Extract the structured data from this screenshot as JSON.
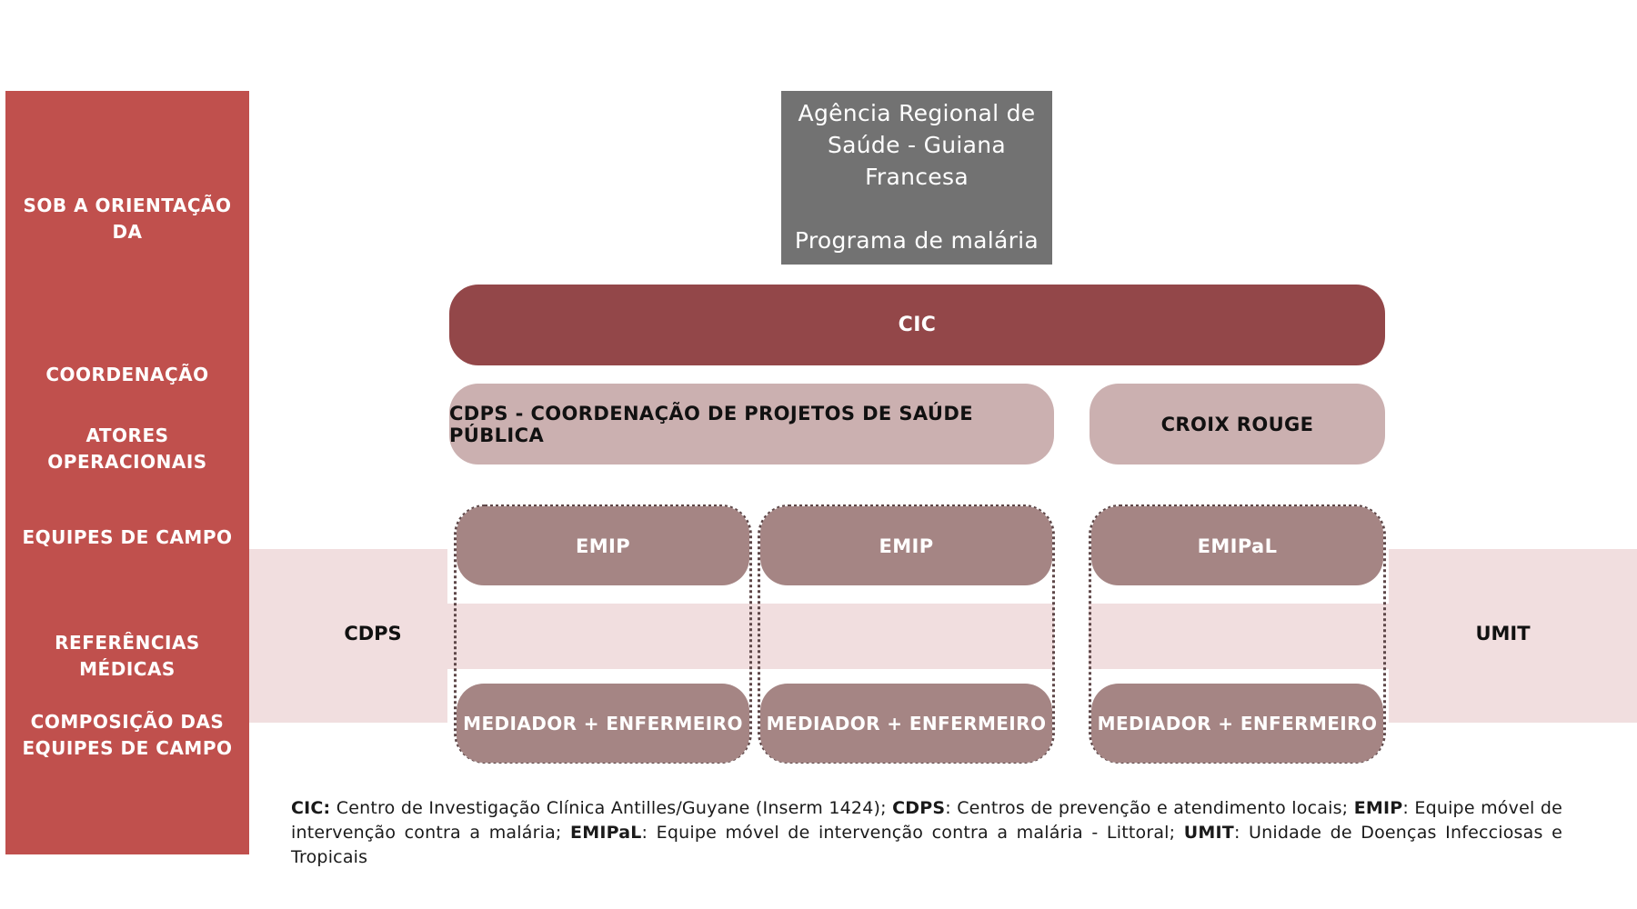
{
  "rows": {
    "orientation": "SOB A ORIENTAÇÃO\nDA",
    "coordination": "COORDENAÇÃO",
    "operational": "ATORES\nOPERACIONAIS",
    "field_teams": "EQUIPES DE CAMPO",
    "medical_refs": "REFERÊNCIAS MÉDICAS",
    "composition": "COMPOSIÇÃO DAS\nEQUIPES DE CAMPO"
  },
  "top_box": {
    "text": "Agência Regional de\nSaúde - Guiana\nFrancesa\n\nPrograma de malária"
  },
  "coordination": {
    "label": "CIC"
  },
  "actors": {
    "cdps": "CDPS - COORDENAÇÃO DE PROJETOS DE SAÚDE PÚBLICA",
    "croix": "CROIX ROUGE"
  },
  "teams": {
    "t1": "EMIP",
    "t2": "EMIP",
    "t3": "EMIPaL"
  },
  "composition": {
    "c1": "MEDIADOR + ENFERMEIRO",
    "c2": "MEDIADOR + ENFERMEIRO",
    "c3": "MEDIADOR + ENFERMEIRO"
  },
  "references": {
    "left": "CDPS",
    "right": "UMIT"
  },
  "footnote": [
    {
      "term": "CIC:",
      "text": " Centro de Investigação Clínica Antilles/Guyane (Inserm 1424); "
    },
    {
      "term": "CDPS",
      "text": ": Centros de prevenção e atendimento locais; "
    },
    {
      "term": "EMIP",
      "text": ":   Equipe móvel de intervenção contra a malária;  "
    },
    {
      "term": "EMIPaL",
      "text": ":   Equipe móvel de intervenção contra a malária - Littoral;  "
    },
    {
      "term": "UMIT",
      "text": ": Unidade de Doenças Infecciosas e Tropicais"
    }
  ],
  "colors": {
    "sidebar": "#c0504d",
    "band": "#f1dedf",
    "top_box": "#727272",
    "cic": "#934749",
    "actor": "#cbb0b0",
    "team": "#a58584"
  }
}
